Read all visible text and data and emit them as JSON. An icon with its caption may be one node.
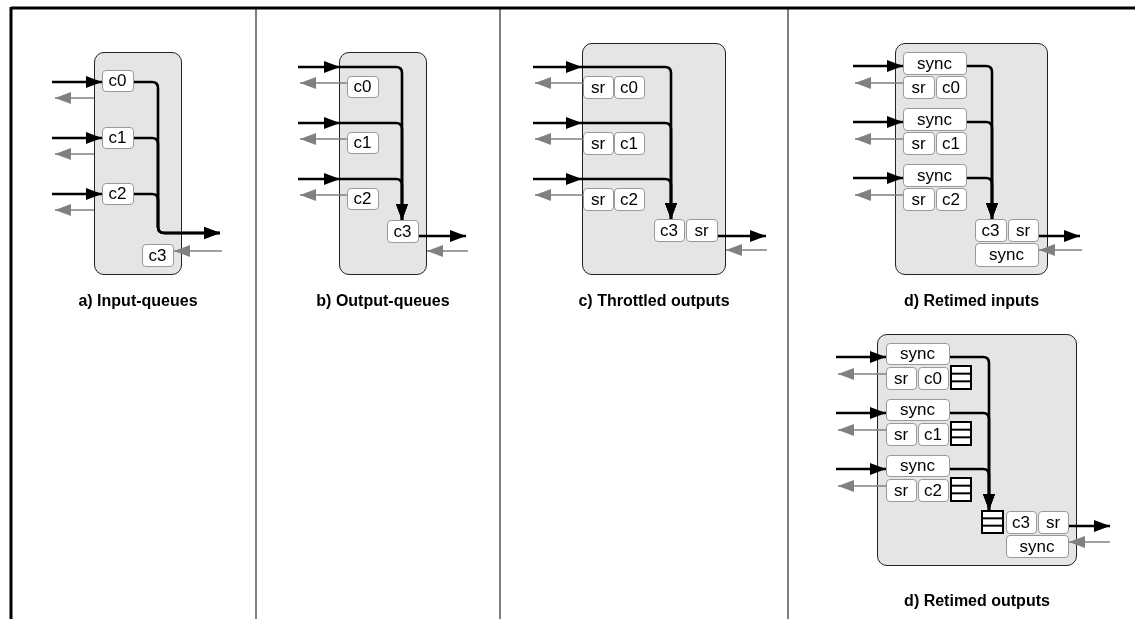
{
  "diagram": {
    "nodes": [
      {
        "text": [
          "a) Input-queues"
        ]
      },
      {
        "text": [
          "c0"
        ],
        "in": 0
      },
      {
        "text": [
          "c1"
        ],
        "in": 0
      },
      {
        "text": [
          "c2"
        ],
        "in": 0
      },
      {
        "text": [
          "c3"
        ],
        "in": 0
      },
      {
        "text": [
          "b) Output-queues"
        ]
      },
      {
        "text": [
          "c0"
        ],
        "in": 5
      },
      {
        "text": [
          "c1"
        ],
        "in": 5
      },
      {
        "text": [
          "c2"
        ],
        "in": 5
      },
      {
        "text": [
          "c3"
        ],
        "in": 5
      },
      {
        "text": [
          "c) Throttled outputs"
        ]
      },
      {
        "text": [
          "sr"
        ],
        "in": 10
      },
      {
        "text": [
          "c0"
        ],
        "in": 10
      },
      {
        "text": [
          "sr"
        ],
        "in": 10
      },
      {
        "text": [
          "c1"
        ],
        "in": 10
      },
      {
        "text": [
          "sr"
        ],
        "in": 10
      },
      {
        "text": [
          "c2"
        ],
        "in": 10
      },
      {
        "text": [
          "c3"
        ],
        "in": 10
      },
      {
        "text": [
          "sr"
        ],
        "in": 10
      },
      {
        "text": [
          "d) Retimed inputs"
        ]
      },
      {
        "text": [
          "sync"
        ],
        "in": 19
      },
      {
        "text": [
          "sr"
        ],
        "in": 19
      },
      {
        "text": [
          "c0"
        ],
        "in": 19
      },
      {
        "text": [
          "sync"
        ],
        "in": 19
      },
      {
        "text": [
          "sr"
        ],
        "in": 19
      },
      {
        "text": [
          "c1"
        ],
        "in": 19
      },
      {
        "text": [
          "sync"
        ],
        "in": 19
      },
      {
        "text": [
          "sr"
        ],
        "in": 19
      },
      {
        "text": [
          "c2"
        ],
        "in": 19
      },
      {
        "text": [
          "c3"
        ],
        "in": 19
      },
      {
        "text": [
          "sr"
        ],
        "in": 19
      },
      {
        "text": [
          "sync"
        ],
        "in": 19
      },
      {
        "text": [
          "d) Retimed outputs"
        ]
      },
      {
        "text": [
          "sync"
        ],
        "in": 32
      },
      {
        "text": [
          "sr"
        ],
        "in": 32
      },
      {
        "text": [
          "c0"
        ],
        "in": 32
      },
      {
        "text": [],
        "shape": "box",
        "in": 32
      },
      {
        "text": [
          "sync"
        ],
        "in": 32
      },
      {
        "text": [
          "sr"
        ],
        "in": 32
      },
      {
        "text": [
          "c1"
        ],
        "in": 32
      },
      {
        "text": [],
        "shape": "box",
        "in": 32
      },
      {
        "text": [
          "sync"
        ],
        "in": 32
      },
      {
        "text": [
          "sr"
        ],
        "in": 32
      },
      {
        "text": [
          "c2"
        ],
        "in": 32
      },
      {
        "text": [],
        "shape": "box",
        "in": 32
      },
      {
        "text": [],
        "shape": "box",
        "in": 32
      },
      {
        "text": [
          "c3"
        ],
        "in": 32
      },
      {
        "text": [
          "sr"
        ],
        "in": 32
      },
      {
        "text": [
          "sync"
        ],
        "in": 32
      }
    ],
    "edges": [
      {
        "from": null,
        "to": 1,
        "arrow": "to"
      },
      {
        "from": 0,
        "to": null,
        "arrow": "to",
        "color": "#808080"
      },
      {
        "from": null,
        "to": 2,
        "arrow": "to"
      },
      {
        "from": 0,
        "to": null,
        "arrow": "to",
        "color": "#808080"
      },
      {
        "from": null,
        "to": 3,
        "arrow": "to"
      },
      {
        "from": 0,
        "to": null,
        "arrow": "to",
        "color": "#808080"
      },
      {
        "from": 1,
        "to": null,
        "arrow": "to"
      },
      {
        "from": 2,
        "to": null,
        "arrow": "to"
      },
      {
        "from": 3,
        "to": null,
        "arrow": "to"
      },
      {
        "from": null,
        "to": 4,
        "arrow": "to",
        "color": "#808080"
      },
      {
        "from": null,
        "to": 9,
        "arrow": "to"
      },
      {
        "from": 6,
        "to": null,
        "arrow": "to",
        "color": "#808080"
      },
      {
        "from": null,
        "to": 9,
        "arrow": "to"
      },
      {
        "from": 7,
        "to": null,
        "arrow": "to",
        "color": "#808080"
      },
      {
        "from": null,
        "to": 9,
        "arrow": "to"
      },
      {
        "from": 8,
        "to": null,
        "arrow": "to",
        "color": "#808080"
      },
      {
        "from": 9,
        "to": null,
        "arrow": "to"
      },
      {
        "from": null,
        "to": 5,
        "arrow": "to",
        "color": "#808080"
      },
      {
        "from": null,
        "to": 17,
        "arrow": "to"
      },
      {
        "from": 11,
        "to": null,
        "arrow": "to",
        "color": "#808080"
      },
      {
        "from": null,
        "to": 17,
        "arrow": "to"
      },
      {
        "from": 13,
        "to": null,
        "arrow": "to",
        "color": "#808080"
      },
      {
        "from": null,
        "to": 17,
        "arrow": "to"
      },
      {
        "from": 15,
        "to": null,
        "arrow": "to",
        "color": "#808080"
      },
      {
        "from": 18,
        "to": null,
        "arrow": "to"
      },
      {
        "from": null,
        "to": 10,
        "arrow": "to",
        "color": "#808080"
      },
      {
        "from": null,
        "to": 20,
        "arrow": "to"
      },
      {
        "from": 21,
        "to": null,
        "arrow": "to",
        "color": "#808080"
      },
      {
        "from": 20,
        "to": 29,
        "arrow": "to"
      },
      {
        "from": null,
        "to": 23,
        "arrow": "to"
      },
      {
        "from": 24,
        "to": null,
        "arrow": "to",
        "color": "#808080"
      },
      {
        "from": 23,
        "to": 29,
        "arrow": "to"
      },
      {
        "from": null,
        "to": 26,
        "arrow": "to"
      },
      {
        "from": 27,
        "to": null,
        "arrow": "to",
        "color": "#808080"
      },
      {
        "from": 26,
        "to": 29,
        "arrow": "to"
      },
      {
        "from": 30,
        "to": null,
        "arrow": "to"
      },
      {
        "from": null,
        "to": 31,
        "arrow": "to",
        "color": "#808080"
      },
      {
        "from": null,
        "to": 33,
        "arrow": "to"
      },
      {
        "from": 34,
        "to": null,
        "arrow": "to",
        "color": "#808080"
      },
      {
        "from": 33,
        "to": 45,
        "arrow": "to"
      },
      {
        "from": null,
        "to": 37,
        "arrow": "to"
      },
      {
        "from": 38,
        "to": null,
        "arrow": "to",
        "color": "#808080"
      },
      {
        "from": 37,
        "to": 45,
        "arrow": "to"
      },
      {
        "from": null,
        "to": 41,
        "arrow": "to"
      },
      {
        "from": 42,
        "to": null,
        "arrow": "to",
        "color": "#808080"
      },
      {
        "from": 41,
        "to": 45,
        "arrow": "to"
      },
      {
        "from": 47,
        "to": null,
        "arrow": "to"
      },
      {
        "from": null,
        "to": 48,
        "arrow": "to",
        "color": "#808080"
      }
    ]
  }
}
